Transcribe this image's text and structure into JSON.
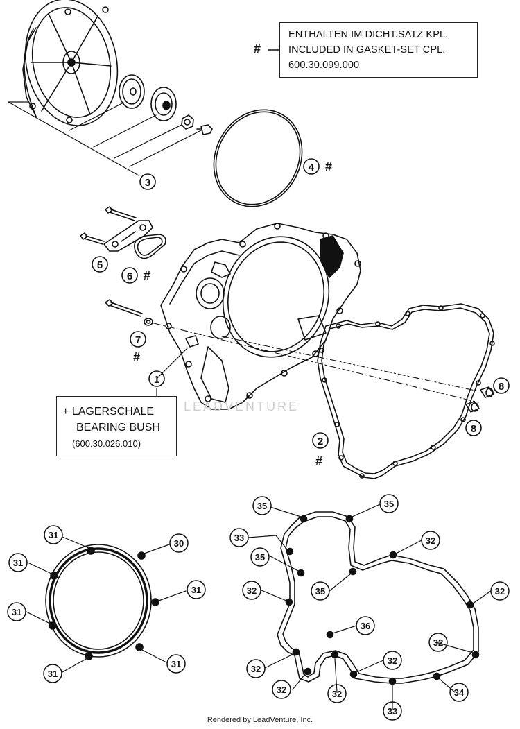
{
  "gasket_box": {
    "hash": "#",
    "line1": "ENTHALTEN IM DICHT.SATZ KPL.",
    "line2": "INCLUDED IN GASKET-SET CPL.",
    "line3": "600.30.099.000"
  },
  "bush_box": {
    "line1": "+ LAGERSCHALE",
    "line2": "BEARING BUSH",
    "line3": "(600.30.026.010)"
  },
  "hash_mark": "#",
  "callouts": {
    "c1": "1",
    "c2": "2",
    "c3": "3",
    "c4": "4",
    "c5": "5",
    "c6": "6",
    "c7": "7",
    "c8a": "8",
    "c8b": "8",
    "g31a": "31",
    "g30": "30",
    "g31b": "31",
    "g31c": "31",
    "g31d": "31",
    "g31e": "31",
    "g31f": "31",
    "s35a": "35",
    "s35b": "35",
    "s33a": "33",
    "s32a": "32",
    "s35c": "35",
    "s35d": "35",
    "s32b": "32",
    "s32c": "32",
    "s36": "36",
    "s32d": "32",
    "s32e": "32",
    "s32f": "32",
    "s32g": "32",
    "s32h": "32",
    "s33b": "33",
    "s34": "34"
  },
  "watermark": "LEADVENTURE",
  "footer": "Rendered by LeadVenture, Inc."
}
